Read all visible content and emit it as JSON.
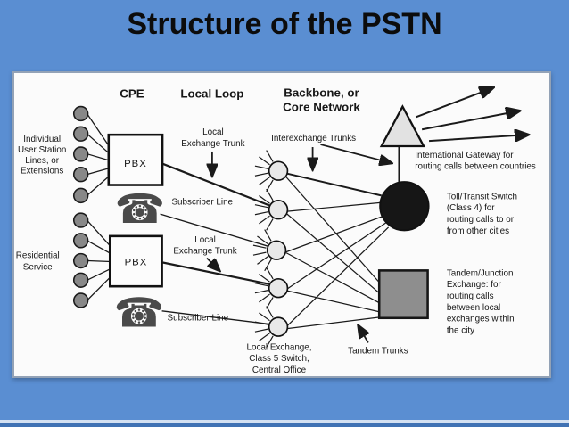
{
  "title": "Structure of the PSTN",
  "colors": {
    "slide_bg": "#5a8ed2",
    "panel_bg": "#fbfbfb",
    "switch_black": "#161616",
    "tandem_gray": "#8e8e8e",
    "exchange_fill": "#e8e8e8",
    "dot_fill": "#888888"
  },
  "diagram": {
    "headers": {
      "cpe": "CPE",
      "local_loop": "Local Loop",
      "backbone_line1": "Backbone, or",
      "backbone_line2": "Core Network"
    },
    "left_groups": {
      "individual_lines": [
        "Individual",
        "User Station",
        "Lines, or",
        "Extensions"
      ],
      "residential_lines": [
        "Residential",
        "Service"
      ]
    },
    "nodes": {
      "pbx1": "PBX",
      "pbx2": "PBX"
    },
    "icons": {
      "phone_glyph": "☎"
    },
    "link_labels": {
      "local_exchange_trunk1": [
        "Local",
        "Exchange Trunk"
      ],
      "subscriber_line1": "Subscriber Line",
      "interexchange_trunks": "Interexchange Trunks",
      "local_exchange_trunk2": [
        "Local",
        "Exchange Trunk"
      ],
      "subscriber_line2": "Subscriber Line",
      "tandem_trunks": "Tandem Trunks"
    },
    "annotations": {
      "central_office": [
        "Local Exchange,",
        "Class 5 Switch,",
        "Central Office"
      ],
      "international_gateway": [
        "International Gateway for",
        "routing calls between countries"
      ],
      "toll_transit": [
        "Toll/Transit Switch",
        "(Class 4) for",
        "routing calls to or",
        "from other cities"
      ],
      "tandem_junction": [
        "Tandem/Junction",
        "Exchange: for",
        "routing calls",
        "between local",
        "exchanges within",
        "the city"
      ]
    }
  }
}
